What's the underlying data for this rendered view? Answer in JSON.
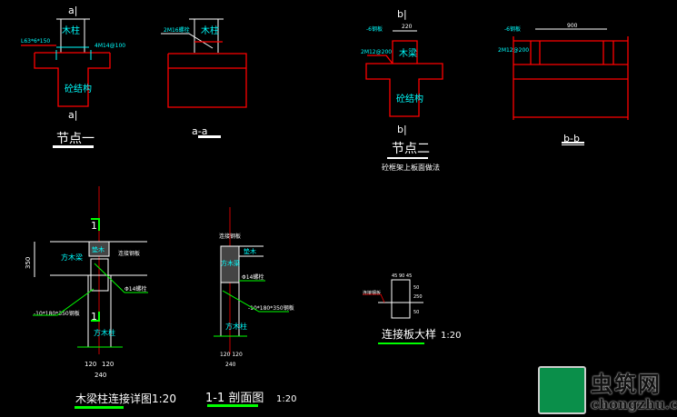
{
  "node1": {
    "cut_top": "a|",
    "cut_bottom": "a|",
    "column": "木柱",
    "concrete": "砼结构",
    "angle_label": "L63*6*150",
    "bolt_label": "4M14@100",
    "title": "节点一"
  },
  "section_aa": {
    "bolt_label": "2M16螺栓",
    "column": "木柱",
    "title": "a-a"
  },
  "node2": {
    "cut_top": "b|",
    "cut_bottom": "b|",
    "angle_label": "-6钢板",
    "dim": "220",
    "bolt_label": "2M12@200",
    "beam": "木梁",
    "concrete": "砼结构",
    "title": "节点二",
    "subtitle": "砼框架上板面做法"
  },
  "section_bb": {
    "angle_label": "-6钢板",
    "dim": "900",
    "bolt_label": "2M12@200",
    "title": "b-b"
  },
  "detail": {
    "cut1": "1",
    "cut2": "1",
    "dim_height": "350",
    "beam": "方木梁",
    "column": "方木柱",
    "block": "垫木",
    "plate_label": "连接钢板",
    "bolt_label": "Φ14螺栓",
    "steel_plate": "-10*180*350钢板",
    "dim_a": "120",
    "dim_b": "120",
    "dim_total": "240",
    "title": "木梁柱连接详图1:20"
  },
  "section11": {
    "plate_label": "连接钢板",
    "block": "垫木",
    "beam": "方木梁",
    "bolt_label": "Φ14螺栓",
    "steel_plate": "-10*180*350钢板",
    "column": "方木柱",
    "dim_sub": "120 120",
    "dim_total": "240",
    "title": "1-1 剖面图",
    "scale": "1:20"
  },
  "plate_detail": {
    "label": "连接钢板",
    "dims_top": "45 90 45",
    "dims_side": [
      "50",
      "250",
      "50"
    ],
    "title": "连接板大样",
    "scale": "1:20"
  },
  "watermark": {
    "name": "虫筑网",
    "url": "chongzhu.cn"
  }
}
